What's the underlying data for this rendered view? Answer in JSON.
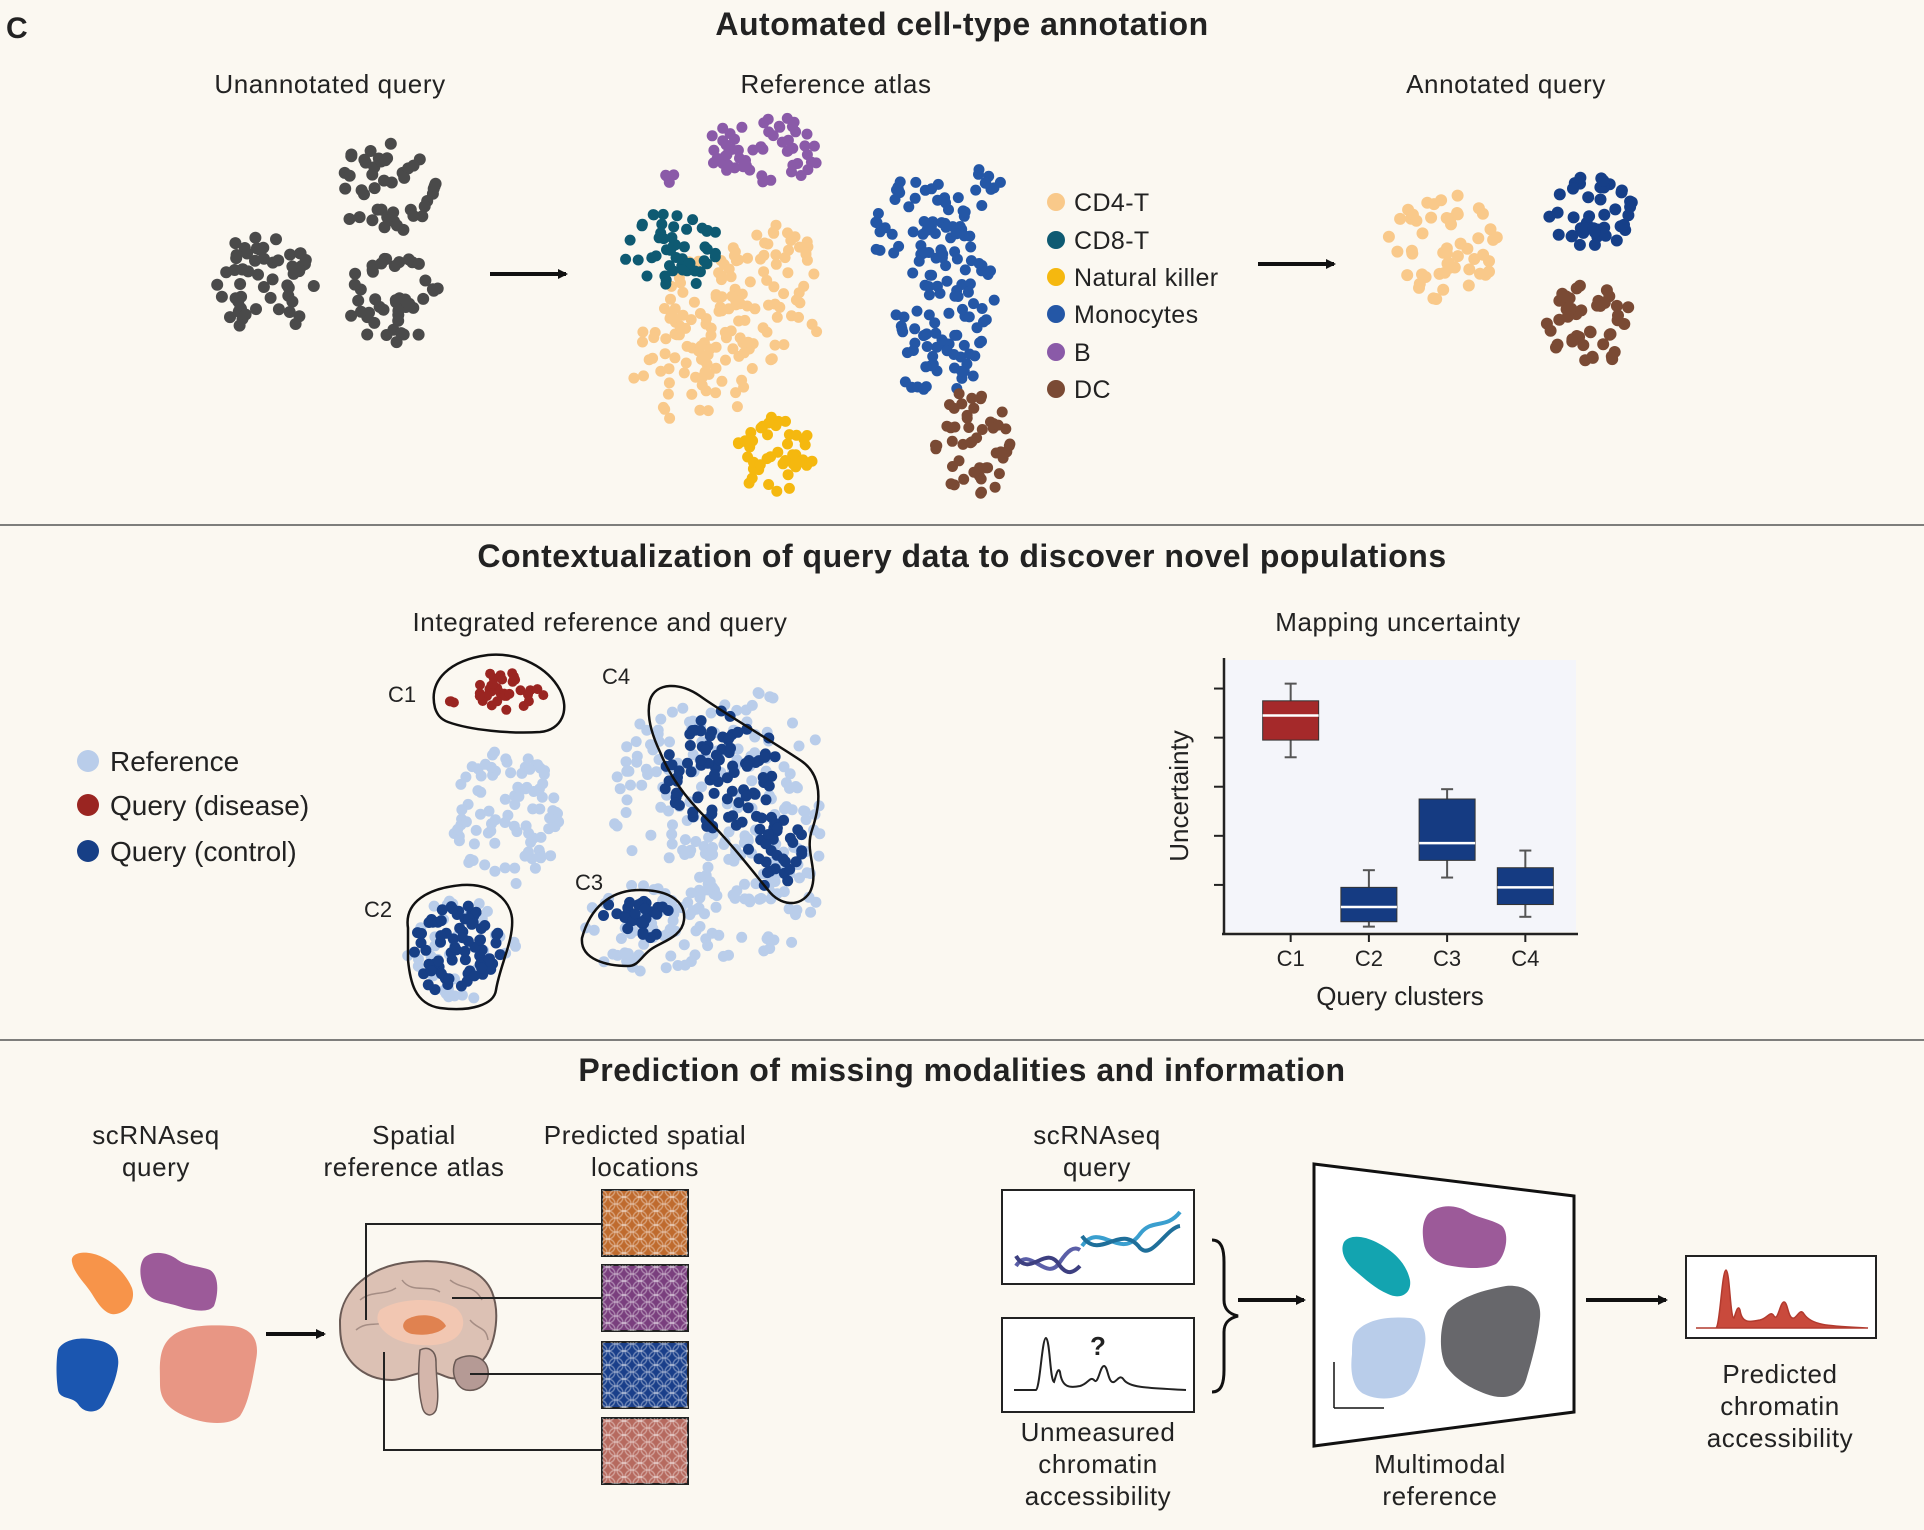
{
  "panel_letter": "C",
  "section1": {
    "title": "Automated cell-type annotation",
    "unannotated_label": "Unannotated query",
    "reference_label": "Reference atlas",
    "annotated_label": "Annotated query",
    "legend": [
      {
        "label": "CD4-T",
        "color": "#f9c98a"
      },
      {
        "label": "CD8-T",
        "color": "#0e5a72"
      },
      {
        "label": "Natural killer",
        "color": "#f5b80f"
      },
      {
        "label": "Monocytes",
        "color": "#2457a6"
      },
      {
        "label": "B",
        "color": "#8a5aa8"
      },
      {
        "label": "DC",
        "color": "#7a4a34"
      }
    ]
  },
  "section2": {
    "title": "Contextualization of query data to discover novel populations",
    "integrated_label": "Integrated reference and query",
    "legend": [
      {
        "label": "Reference",
        "color": "#b9cdea"
      },
      {
        "label": "Query (disease)",
        "color": "#9a2521"
      },
      {
        "label": "Query (control)",
        "color": "#173f86"
      }
    ],
    "cluster_labels": [
      "C1",
      "C2",
      "C3",
      "C4"
    ]
  },
  "section3": {
    "title": "Prediction of missing modalities and information",
    "scrnaseq_query_label_1": "scRNAseq",
    "scrnaseq_query_label_2": "query",
    "spatial_atlas_label_1": "Spatial",
    "spatial_atlas_label_2": "reference atlas",
    "predicted_spatial_label_1": "Predicted spatial",
    "predicted_spatial_label_2": "locations",
    "scrnaseq_query2_label_1": "scRNAseq",
    "scrnaseq_query2_label_2": "query",
    "question_mark": "?",
    "unmeasured_label_1": "Unmeasured",
    "unmeasured_label_2": "chromatin",
    "unmeasured_label_3": "accessibility",
    "multimodal_label_1": "Multimodal",
    "multimodal_label_2": "reference",
    "predicted_chromatin_label_1": "Predicted",
    "predicted_chromatin_label_2": "chromatin",
    "predicted_chromatin_label_3": "accessibility"
  },
  "chart_data": {
    "type": "box",
    "title": "Mapping uncertainty",
    "xlabel": "Query clusters",
    "ylabel": "Uncertainty",
    "categories": [
      "C1",
      "C2",
      "C3",
      "C4"
    ],
    "colors": [
      "#a5292a",
      "#153b82",
      "#153b82",
      "#153b82"
    ],
    "ylim": [
      0,
      5.5
    ],
    "boxes": [
      {
        "category": "C1",
        "whisker_low": 3.6,
        "q1": 3.95,
        "median": 4.45,
        "q3": 4.75,
        "whisker_high": 5.1
      },
      {
        "category": "C2",
        "whisker_low": 0.15,
        "q1": 0.25,
        "median": 0.55,
        "q3": 0.95,
        "whisker_high": 1.3
      },
      {
        "category": "C3",
        "whisker_low": 1.15,
        "q1": 1.5,
        "median": 1.85,
        "q3": 2.75,
        "whisker_high": 2.95
      },
      {
        "category": "C4",
        "whisker_low": 0.35,
        "q1": 0.6,
        "median": 0.95,
        "q3": 1.35,
        "whisker_high": 1.7
      }
    ]
  }
}
